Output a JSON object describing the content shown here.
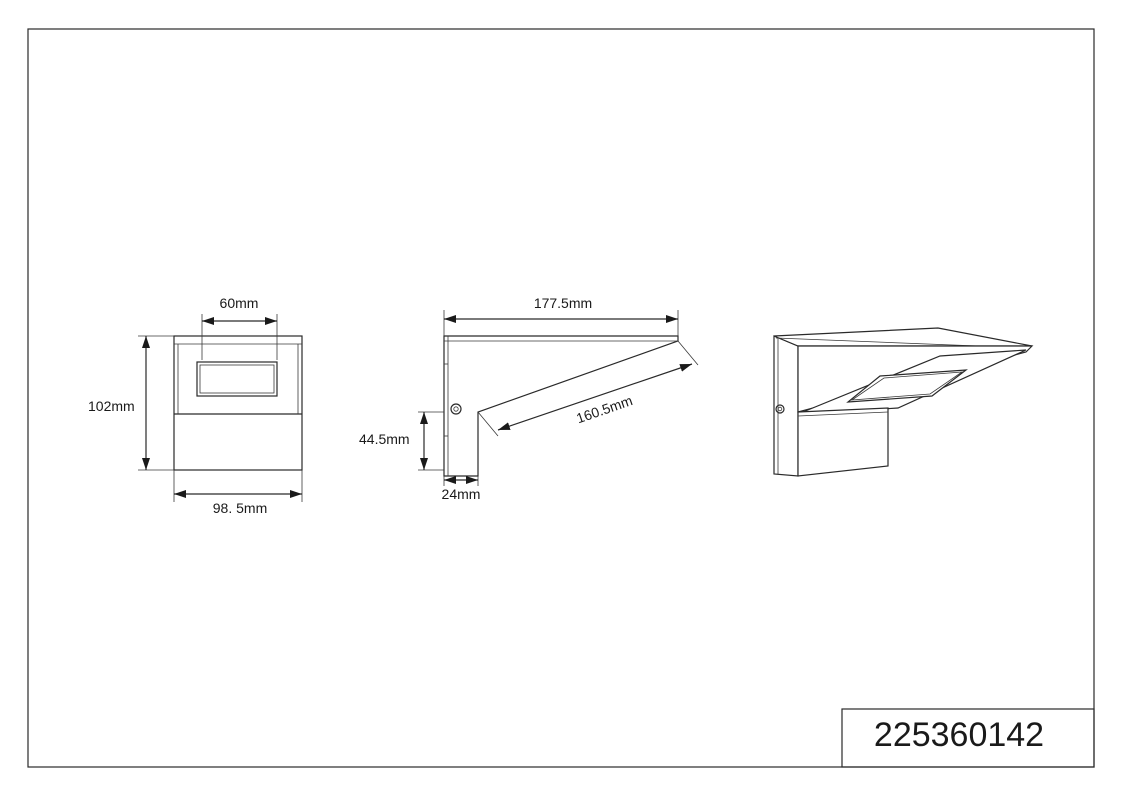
{
  "drawing": {
    "part_number": "225360142",
    "front_view": {
      "top_width": "60mm",
      "height": "102mm",
      "bottom_width": "98. 5mm"
    },
    "side_view": {
      "length": "177.5mm",
      "slant": "160.5mm",
      "mount_height": "44.5mm",
      "depth": "24mm"
    }
  }
}
